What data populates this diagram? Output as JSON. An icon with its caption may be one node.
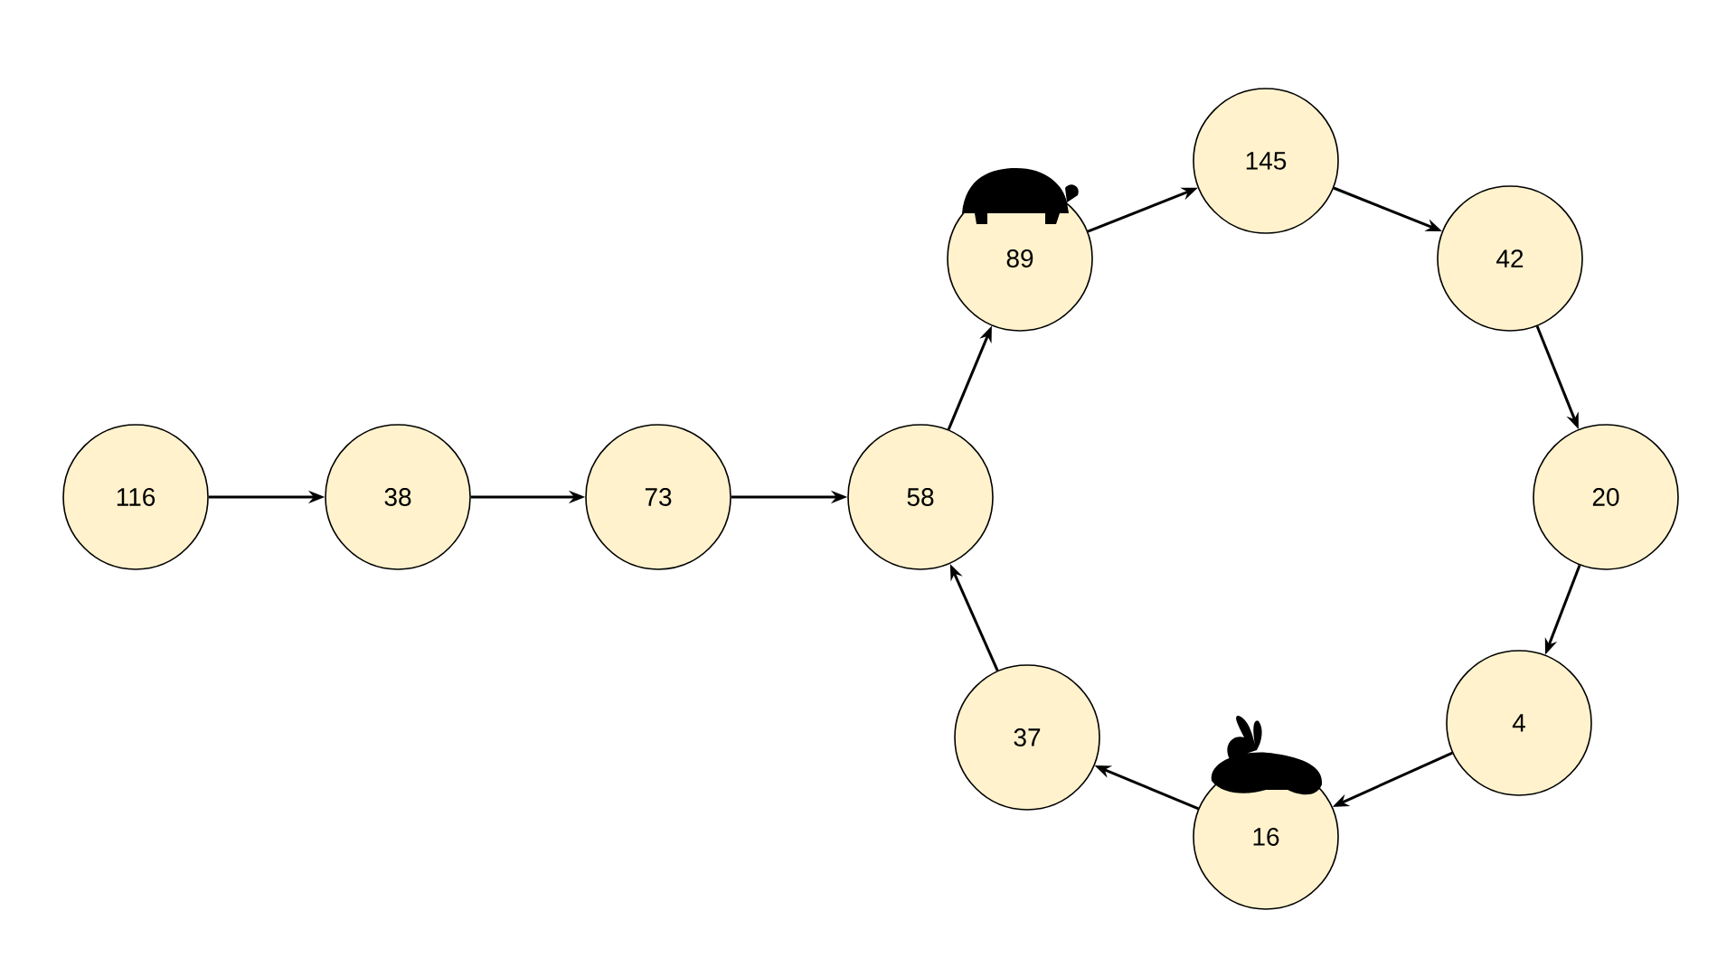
{
  "diagram": {
    "nodes": [
      {
        "text": [
          "116"
        ]
      },
      {
        "text": [
          "38"
        ]
      },
      {
        "text": [
          "73"
        ]
      },
      {
        "text": [
          "58"
        ]
      },
      {
        "text": [
          "89"
        ]
      },
      {
        "text": [
          "145"
        ]
      },
      {
        "text": [
          "42"
        ]
      },
      {
        "text": [
          "20"
        ]
      },
      {
        "text": [
          "4"
        ]
      },
      {
        "text": [
          "16"
        ]
      },
      {
        "text": [
          "37"
        ]
      }
    ],
    "edges": [
      {
        "from": 0,
        "to": 1,
        "arrow": "to"
      },
      {
        "from": 1,
        "to": 2,
        "arrow": "to"
      },
      {
        "from": 2,
        "to": 3,
        "arrow": "to"
      },
      {
        "from": 3,
        "to": 4,
        "arrow": "to"
      },
      {
        "from": 4,
        "to": 5,
        "arrow": "to"
      },
      {
        "from": 5,
        "to": 6,
        "arrow": "to"
      },
      {
        "from": 6,
        "to": 7,
        "arrow": "to"
      },
      {
        "from": 7,
        "to": 8,
        "arrow": "to"
      },
      {
        "from": 8,
        "to": 9,
        "arrow": "to"
      },
      {
        "from": 9,
        "to": 10,
        "arrow": "to"
      },
      {
        "from": 10,
        "to": 3,
        "arrow": "to"
      }
    ]
  }
}
